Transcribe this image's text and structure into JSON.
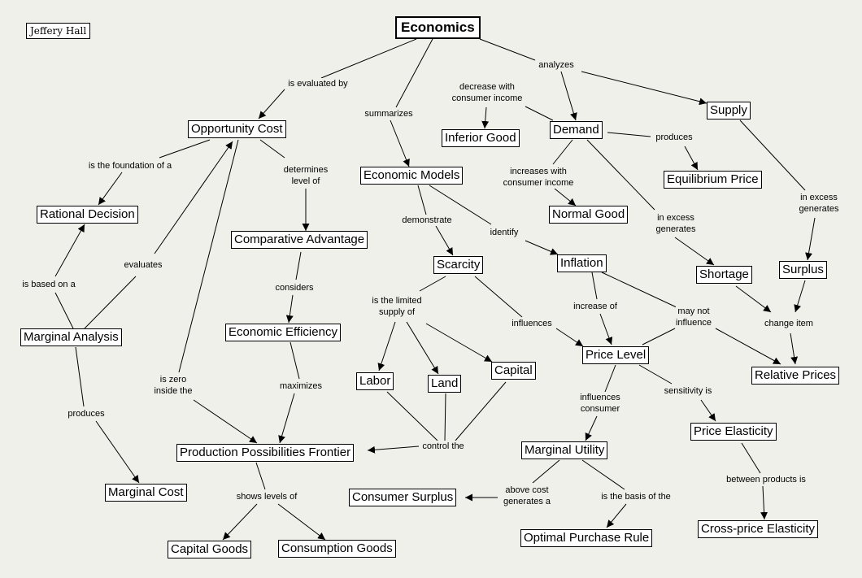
{
  "author": "Jeffery Hall",
  "root": "Economics",
  "concepts": {
    "opportunity_cost": "Opportunity Cost",
    "rational_decision": "Rational Decision",
    "marginal_analysis": "Marginal Analysis",
    "marginal_cost": "Marginal Cost",
    "comparative_advantage": "Comparative Advantage",
    "economic_efficiency": "Economic Efficiency",
    "ppf": "Production Possibilities Frontier",
    "capital_goods": "Capital Goods",
    "consumption_goods": "Consumption Goods",
    "economic_models": "Economic Models",
    "scarcity": "Scarcity",
    "labor": "Labor",
    "land": "Land",
    "capital": "Capital",
    "inferior_good": "Inferior Good",
    "demand": "Demand",
    "normal_good": "Normal Good",
    "inflation": "Inflation",
    "price_level": "Price Level",
    "marginal_utility": "Marginal Utility",
    "consumer_surplus": "Consumer Surplus",
    "optimal_purchase_rule": "Optimal Purchase Rule",
    "supply": "Supply",
    "equilibrium_price": "Equilibrium Price",
    "shortage": "Shortage",
    "surplus": "Surplus",
    "relative_prices": "Relative Prices",
    "price_elasticity": "Price Elasticity",
    "cross_price_elasticity": "Cross-price Elasticity"
  },
  "links": {
    "is_evaluated_by": "is evaluated by",
    "summarizes": "summarizes",
    "analyzes": "analyzes",
    "is_foundation_of": "is the foundation of a",
    "determines_level_of": "determines\nlevel of",
    "is_based_on": "is based on a",
    "evaluates": "evaluates",
    "produces_mc": "produces",
    "considers": "considers",
    "maximizes": "maximizes",
    "is_zero_inside": "is zero\ninside the",
    "shows_levels_of": "shows levels of",
    "demonstrate": "demonstrate",
    "identify": "identify",
    "is_limited_supply": "is the limited\nsupply of",
    "control_the": "control the",
    "influences": "influences",
    "decrease_with_income": "decrease with\nconsumer income",
    "increases_with_income": "increases with\nconsumer income",
    "produces_eq": "produces",
    "in_excess_generates_demand": "in excess\ngenerates",
    "in_excess_generates_supply": "in excess\ngenerates",
    "increase_of": "increase of",
    "may_not_influence": "may not\ninfluence",
    "change_item": "change item",
    "influences_consumer": "influences\nconsumer",
    "sensitivity_is": "sensitivity is",
    "above_cost": "above cost\ngenerates a",
    "is_basis_of": "is the basis of the",
    "between_products": "between products is"
  }
}
